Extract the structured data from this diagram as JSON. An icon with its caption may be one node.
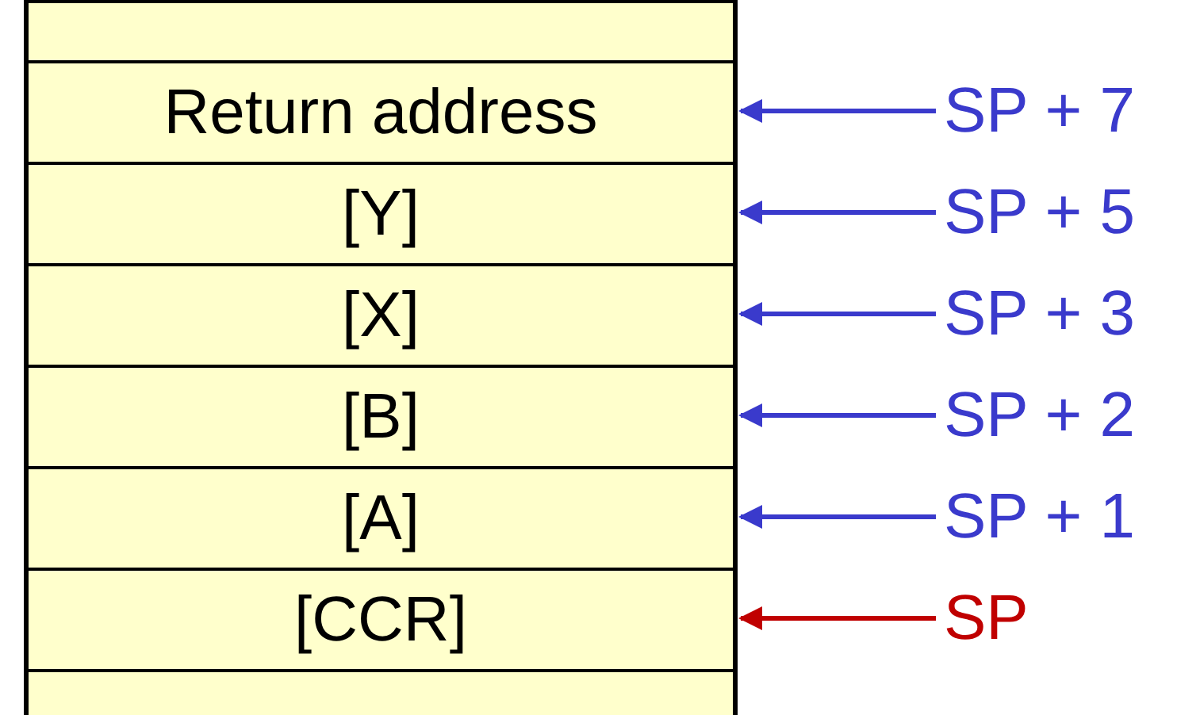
{
  "diagram": {
    "nodes": [
      {
        "text": [],
        "shape": "box"
      },
      {
        "text": [
          "Return address"
        ]
      },
      {
        "text": [
          "[Y]"
        ]
      },
      {
        "text": [
          "[X]"
        ]
      },
      {
        "text": [
          "[B]"
        ]
      },
      {
        "text": [
          "[A]"
        ]
      },
      {
        "text": [
          "[CCR]"
        ]
      },
      {
        "text": [],
        "shape": "box"
      },
      {
        "text": [
          "SP + 7"
        ]
      },
      {
        "text": [
          "SP + 5"
        ]
      },
      {
        "text": [
          "SP + 3"
        ]
      },
      {
        "text": [
          "SP + 2"
        ]
      },
      {
        "text": [
          "SP + 1"
        ]
      },
      {
        "text": [
          "SP"
        ]
      }
    ],
    "edges": [
      {
        "from": 8,
        "to": 1,
        "arrow": "to"
      },
      {
        "from": 9,
        "to": 2,
        "arrow": "to"
      },
      {
        "from": 10,
        "to": 3,
        "arrow": "to"
      },
      {
        "from": 11,
        "to": 4,
        "arrow": "to"
      },
      {
        "from": 12,
        "to": 5,
        "arrow": "to"
      },
      {
        "from": 13,
        "to": 6,
        "arrow": "to",
        "color": "#c00000"
      }
    ]
  }
}
